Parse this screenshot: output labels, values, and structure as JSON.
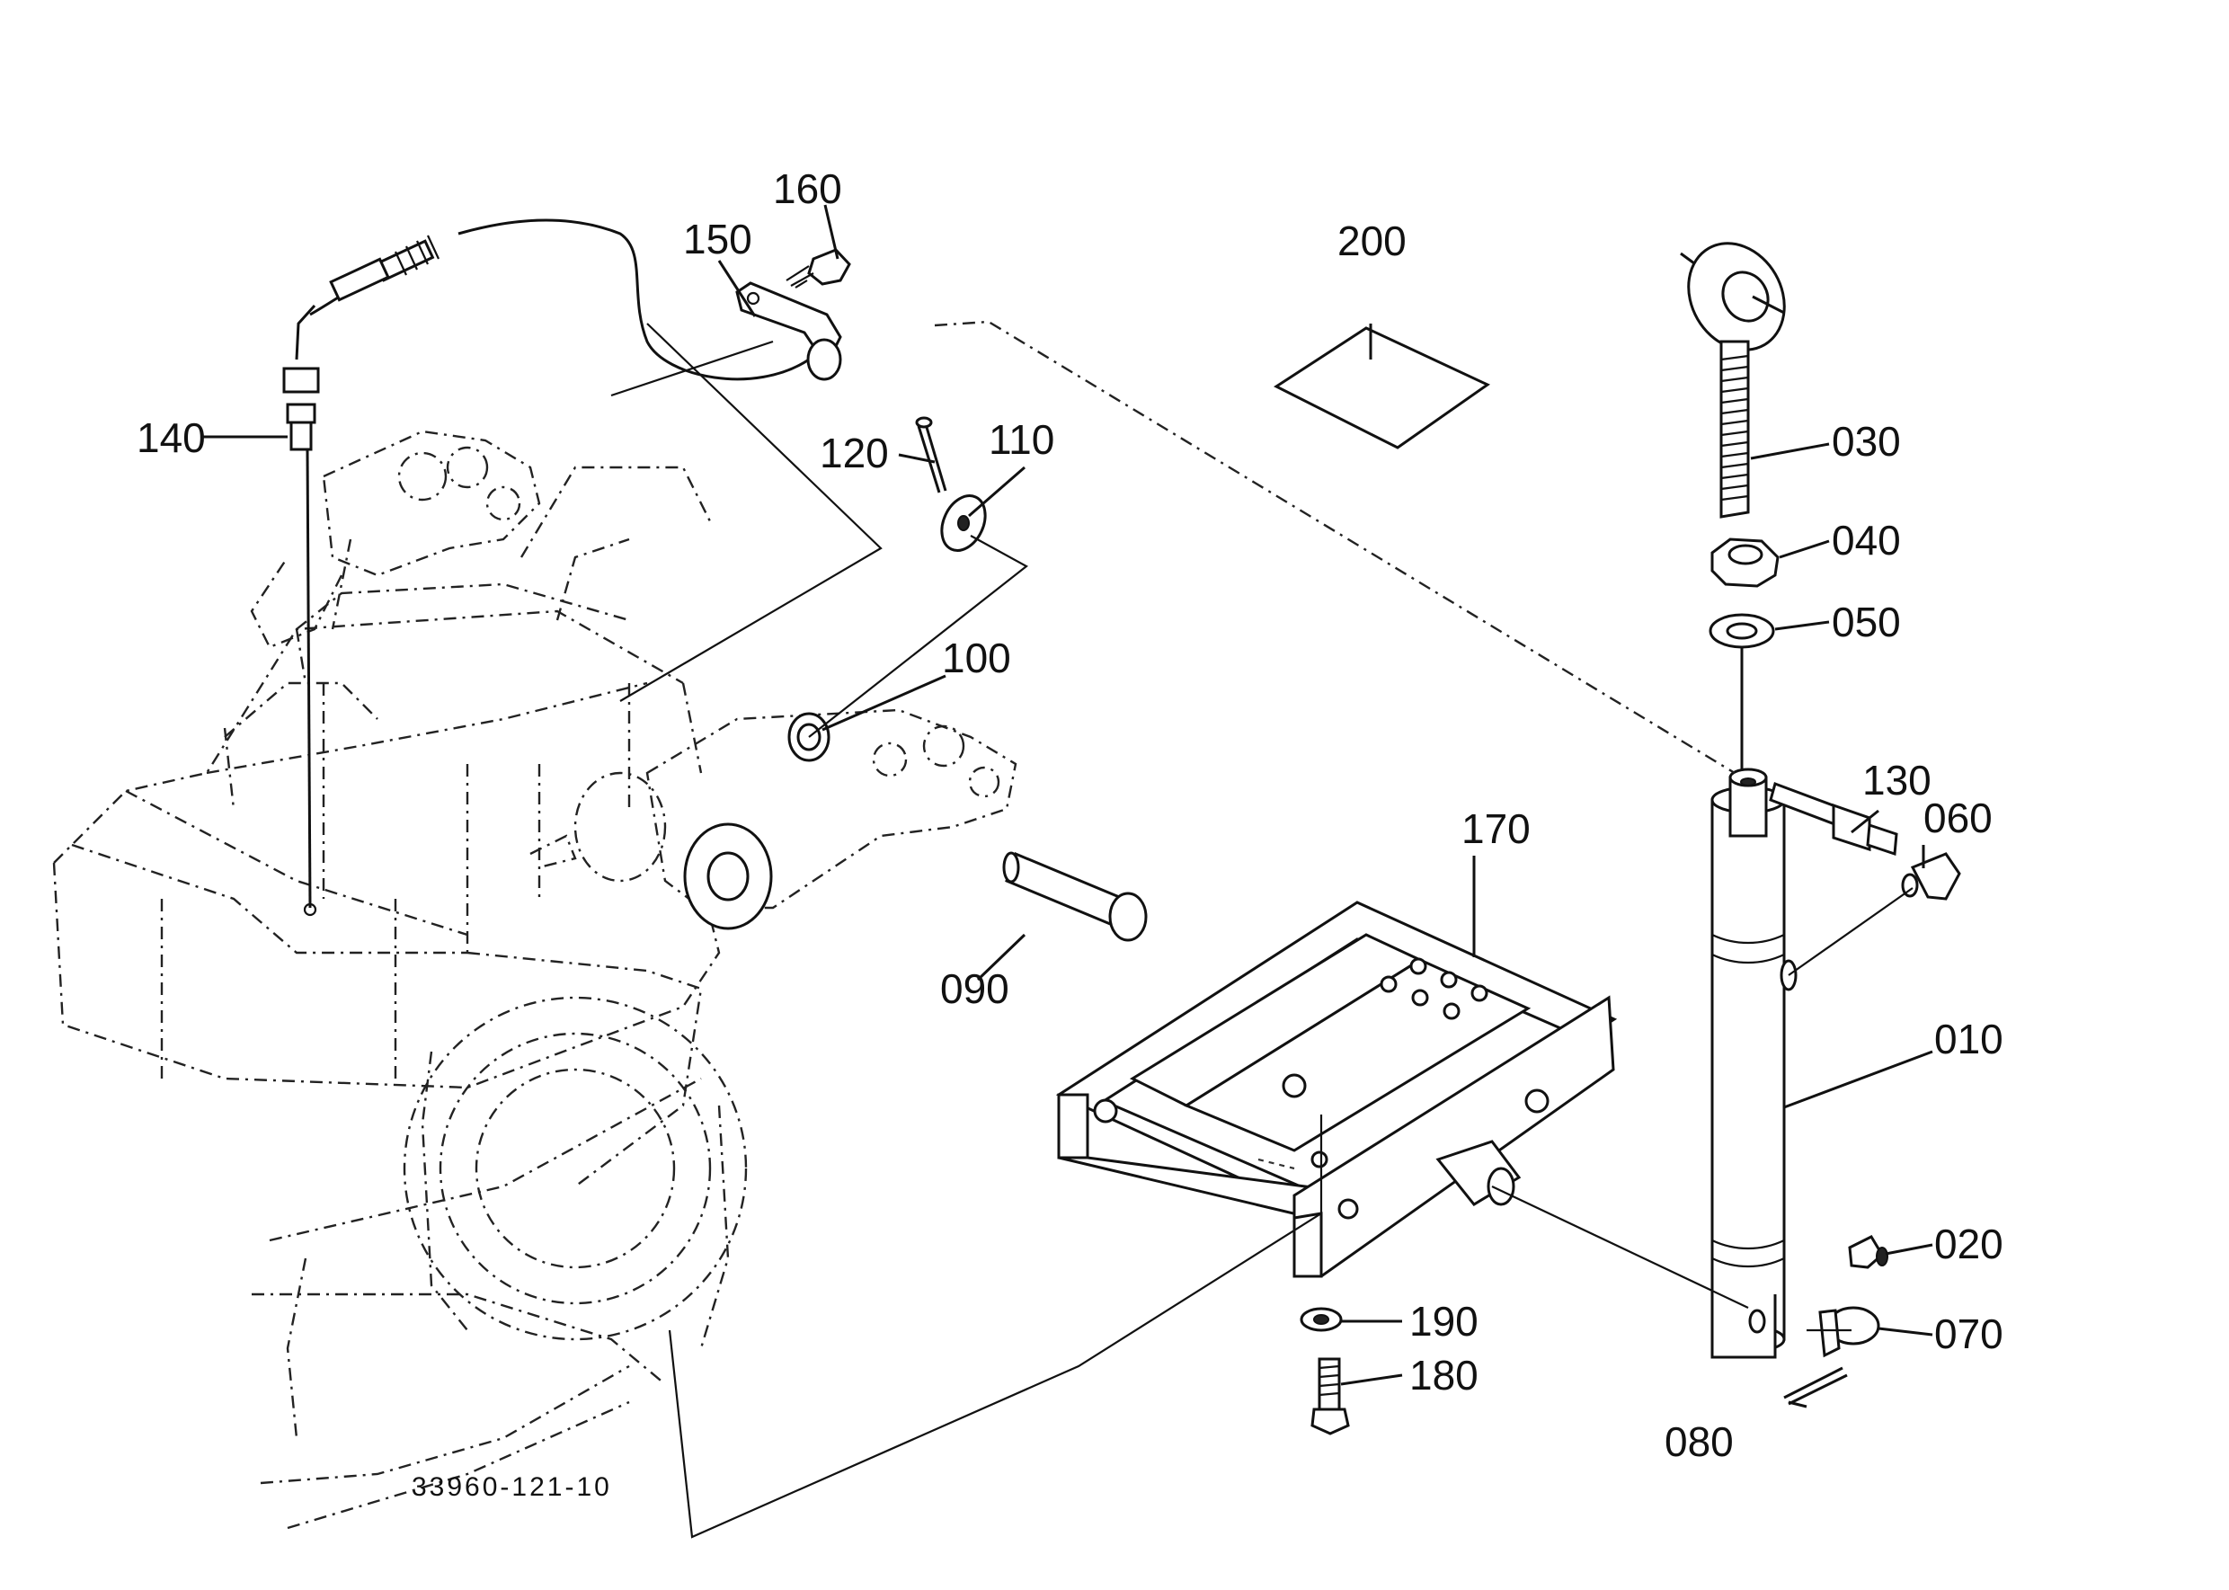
{
  "callouts": {
    "p010": "010",
    "p020": "020",
    "p030": "030",
    "p040": "040",
    "p050": "050",
    "p060": "060",
    "p070": "070",
    "p080": "080",
    "p090": "090",
    "p100": "100",
    "p110": "110",
    "p120": "120",
    "p130": "130",
    "p140": "140",
    "p150": "150",
    "p160": "160",
    "p170": "170",
    "p180": "180",
    "p190": "190",
    "p200": "200"
  },
  "drawing_number": "33960-121-10"
}
